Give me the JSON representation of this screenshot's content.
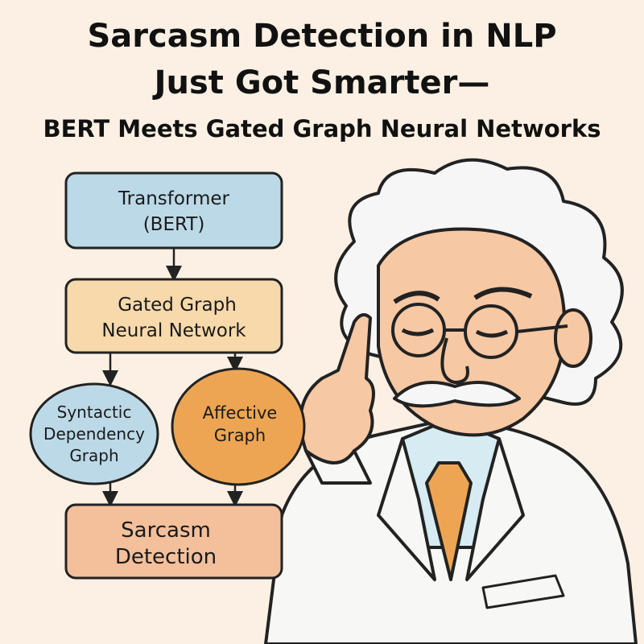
{
  "title": {
    "line1": "Sarcasm Detection in NLP",
    "line2": "Just Got Smarter—",
    "line3": "BERT Meets Gated Graph Neural Networks"
  },
  "diagram": {
    "transformer": [
      "Transformer",
      "(BERT)"
    ],
    "ggnn": [
      "Gated Graph",
      "Neural Network"
    ],
    "syntactic": [
      "Syntactic",
      "Dependency",
      "Graph"
    ],
    "affective": [
      "Affective",
      "Graph"
    ],
    "output": [
      "Sarcasm",
      "Detection"
    ]
  },
  "colors": {
    "background": "#fbf0e3",
    "blue": "#bcd9e8",
    "peach": "#f8d9ab",
    "orange": "#eea553",
    "salmon": "#f3c09b"
  }
}
